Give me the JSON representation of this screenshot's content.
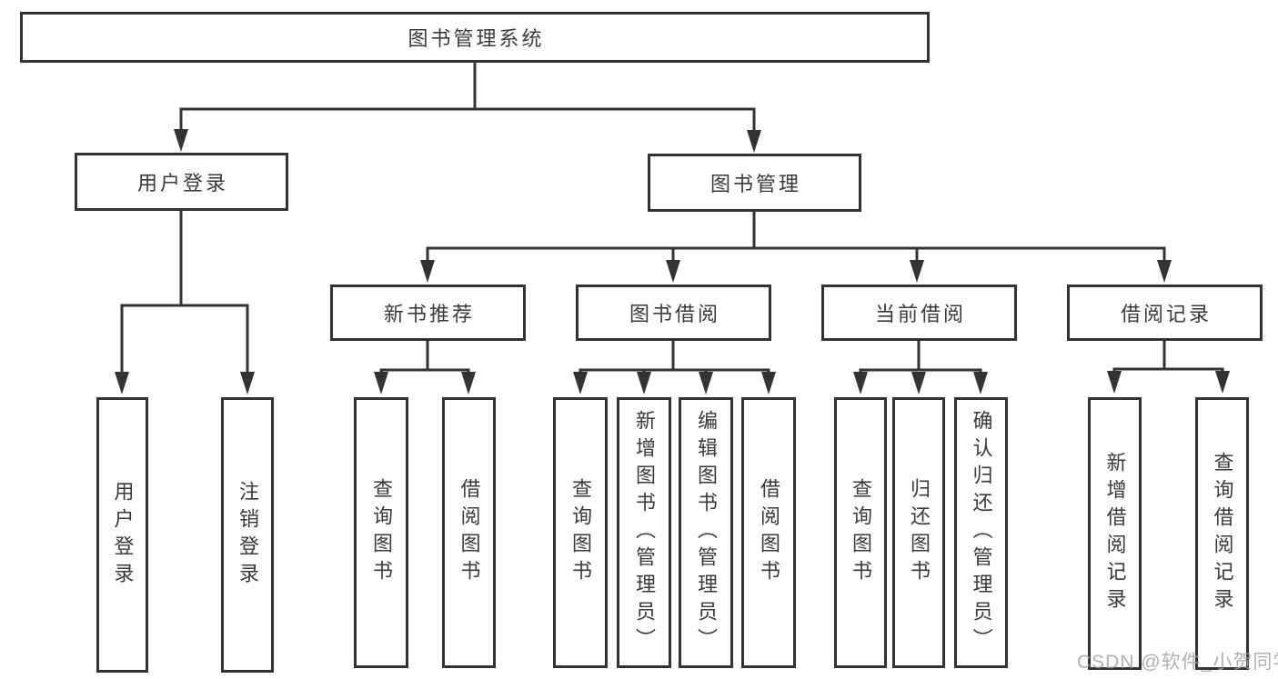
{
  "diagram": {
    "type": "hierarchy-chart",
    "colors": {
      "line": "#333333",
      "box_border": "#333333",
      "box_bg": "#ffffff",
      "text": "#3a3a3a",
      "watermark": "#a2a2a2"
    },
    "nodes": {
      "root": "图书管理系统",
      "user_login": "用户登录",
      "book_mgmt": "图书管理",
      "new_book_rec": "新书推荐",
      "book_borrow": "图书借阅",
      "current_borrow": "当前借阅",
      "borrow_records": "借阅记录",
      "leaf_user_login": "用户登录",
      "leaf_logout": "注销登录",
      "rec_query_books": "查询图书",
      "rec_borrow_books": "借阅图书",
      "bb_query_books": "查询图书",
      "bb_add_books": "新增图书（管理员）",
      "bb_edit_books": "编辑图书（管理员）",
      "bb_borrow_books": "借阅图书",
      "cb_query_books": "查询图书",
      "cb_return_books": "归还图书",
      "cb_confirm_return": "确认归还（管理员）",
      "br_add_record": "新增借阅记录",
      "br_query_record": "查询借阅记录"
    },
    "hierarchy": {
      "图书管理系统": {
        "用户登录": [
          "用户登录",
          "注销登录"
        ],
        "图书管理": {
          "新书推荐": [
            "查询图书",
            "借阅图书"
          ],
          "图书借阅": [
            "查询图书",
            "新增图书（管理员）",
            "编辑图书（管理员）",
            "借阅图书"
          ],
          "当前借阅": [
            "查询图书",
            "归还图书",
            "确认归还（管理员）"
          ],
          "借阅记录": [
            "新增借阅记录",
            "查询借阅记录"
          ]
        }
      }
    }
  },
  "watermark": {
    "text": "CSDN @软件_小贺同学"
  }
}
